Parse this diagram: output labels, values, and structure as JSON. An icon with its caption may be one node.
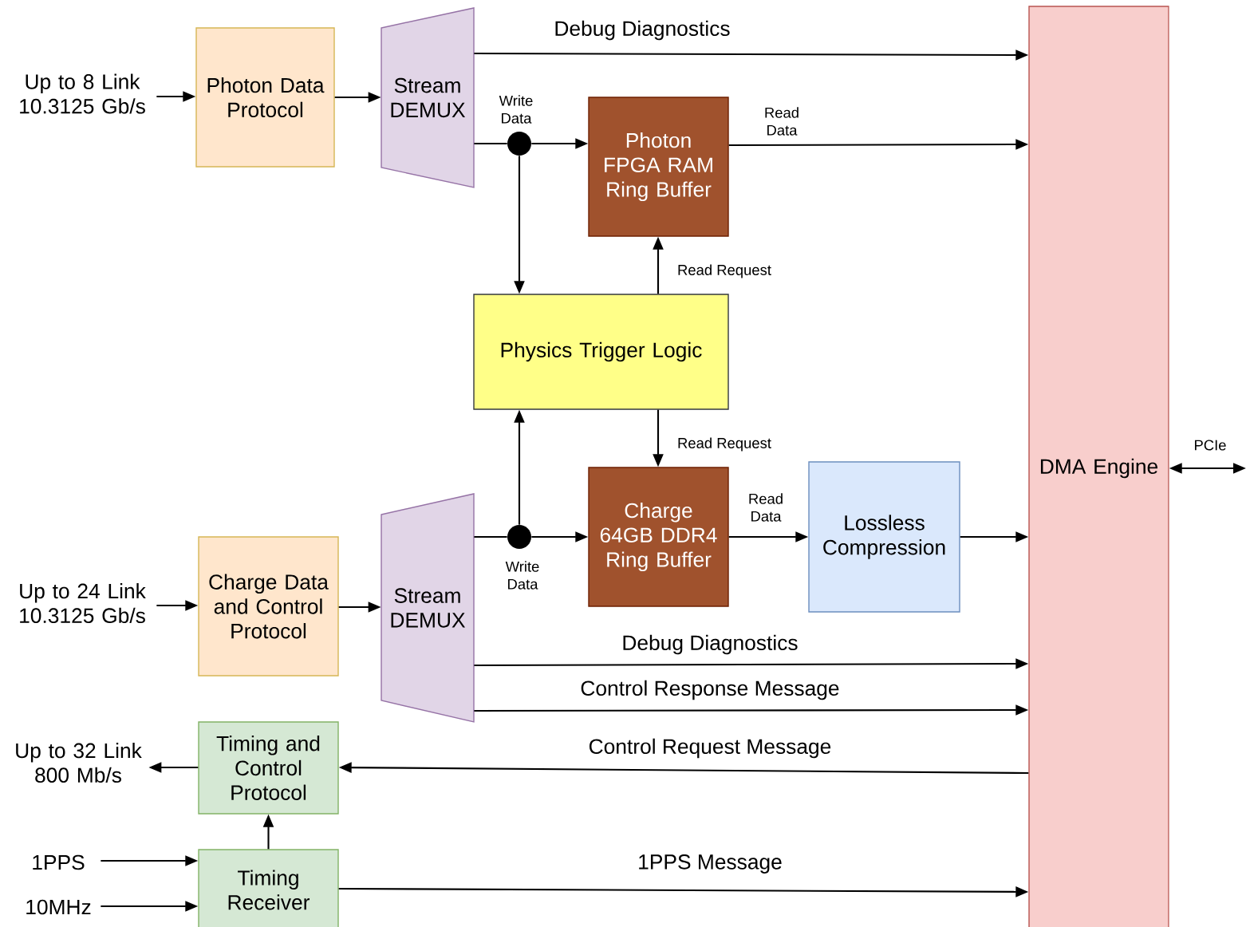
{
  "diagram": {
    "nodes": [
      {
        "text": [
          "Up to 8 Link 10.3125 Gb/s"
        ]
      },
      {
        "text": [
          "Photon Data Protocol"
        ]
      },
      {
        "text": [
          "Stream DEMUX"
        ]
      },
      {
        "text": [],
        "shape": "circle"
      },
      {
        "text": [
          "Photon FPGA RAM Ring Buffer"
        ]
      },
      {
        "text": [
          "Physics Trigger Logic"
        ]
      },
      {
        "text": [
          "Charge 64GB DDR4 Ring Buffer"
        ]
      },
      {
        "text": [],
        "shape": "circle"
      },
      {
        "text": [
          "Lossless Compression"
        ]
      },
      {
        "text": [
          "DMA Engine"
        ]
      },
      {
        "text": [
          "Up to 24 Link 10.3125 Gb/s"
        ]
      },
      {
        "text": [
          "Charge Data and Control Protocol"
        ]
      },
      {
        "text": [
          "Stream DEMUX"
        ]
      },
      {
        "text": [
          "Up to 32 Link 800 Mb/s"
        ]
      },
      {
        "text": [
          "Timing and Control Protocol"
        ]
      },
      {
        "text": [
          "1PPS"
        ]
      },
      {
        "text": [
          "10MHz"
        ]
      },
      {
        "text": [
          "Timing Receiver"
        ]
      }
    ],
    "edges": [
      {
        "from": 0,
        "to": 1,
        "arrow": "to"
      },
      {
        "from": 1,
        "to": 2,
        "arrow": "to"
      },
      {
        "from": 2,
        "to": 9,
        "arrow": "to",
        "label": "Debug Diagnostics"
      },
      {
        "from": 2,
        "to": 3,
        "arrow": "none"
      },
      {
        "from": 3,
        "to": 4,
        "arrow": "to",
        "label": "Write Data"
      },
      {
        "from": 3,
        "to": 5,
        "arrow": "to"
      },
      {
        "from": 4,
        "to": 9,
        "arrow": "to",
        "label": "Read Data"
      },
      {
        "from": 5,
        "to": 4,
        "arrow": "to",
        "label": "Read Request"
      },
      {
        "from": 5,
        "to": 6,
        "arrow": "to",
        "label": "Read Request"
      },
      {
        "from": 12,
        "to": 7,
        "arrow": "none"
      },
      {
        "from": 7,
        "to": 6,
        "arrow": "to",
        "label": "Write Data"
      },
      {
        "from": 7,
        "to": 5,
        "arrow": "to"
      },
      {
        "from": 6,
        "to": 8,
        "arrow": "to",
        "label": "Read Data"
      },
      {
        "from": 8,
        "to": 9,
        "arrow": "to"
      },
      {
        "from": 12,
        "to": 9,
        "arrow": "to",
        "label": "Debug Diagnostics"
      },
      {
        "from": 12,
        "to": 9,
        "arrow": "to",
        "label": "Control Response Message"
      },
      {
        "from": 9,
        "to": 14,
        "arrow": "to",
        "label": "Control Request Message"
      },
      {
        "from": 14,
        "to": 13,
        "arrow": "to"
      },
      {
        "from": 17,
        "to": 14,
        "arrow": "to"
      },
      {
        "from": 15,
        "to": 17,
        "arrow": "to"
      },
      {
        "from": 16,
        "to": 17,
        "arrow": "to"
      },
      {
        "from": 17,
        "to": 9,
        "arrow": "to",
        "label": "1PPS Message"
      },
      {
        "from": 9,
        "to": null,
        "arrow": "both",
        "label": "PCIe"
      },
      {
        "from": 10,
        "to": 11,
        "arrow": "to"
      },
      {
        "from": 11,
        "to": 12,
        "arrow": "to"
      }
    ]
  }
}
